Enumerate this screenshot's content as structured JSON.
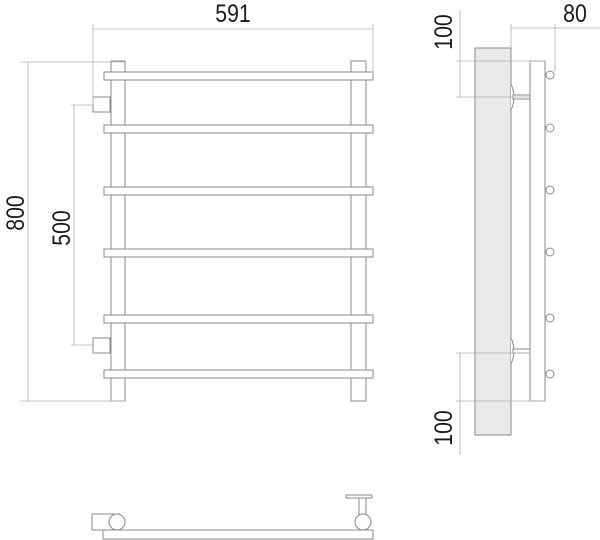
{
  "dimensions": {
    "width": "591",
    "height": "800",
    "connection_spacing": "500",
    "wall_offset": "80",
    "top_offset": "100",
    "bottom_offset": "100"
  },
  "views": [
    "front",
    "side",
    "top"
  ],
  "bar_count": 6,
  "colors": {
    "line": "#8a8a8a",
    "wall": "#e9eaea",
    "text": "#1a1a1a"
  }
}
